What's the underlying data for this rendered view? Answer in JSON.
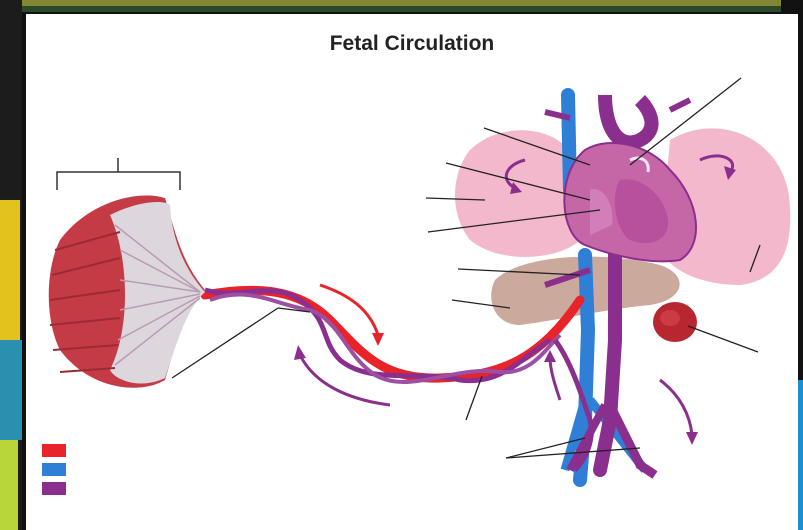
{
  "title": "Fetal Circulation",
  "colors": {
    "oxygenated": "#e8232a",
    "deoxygenated": "#2f7fd6",
    "mixed": "#8b2f8f",
    "lung": "#f2b6c8",
    "heart": "#c06aa7",
    "liver": "#b88a7c",
    "placenta": "#b82a36"
  },
  "legend": [
    {
      "color": "#e8232a",
      "icon": "oxygenated-blood-swatch"
    },
    {
      "color": "#2f7fd6",
      "icon": "deoxygenated-blood-swatch"
    },
    {
      "color": "#8b2f8f",
      "icon": "mixed-blood-swatch"
    }
  ]
}
